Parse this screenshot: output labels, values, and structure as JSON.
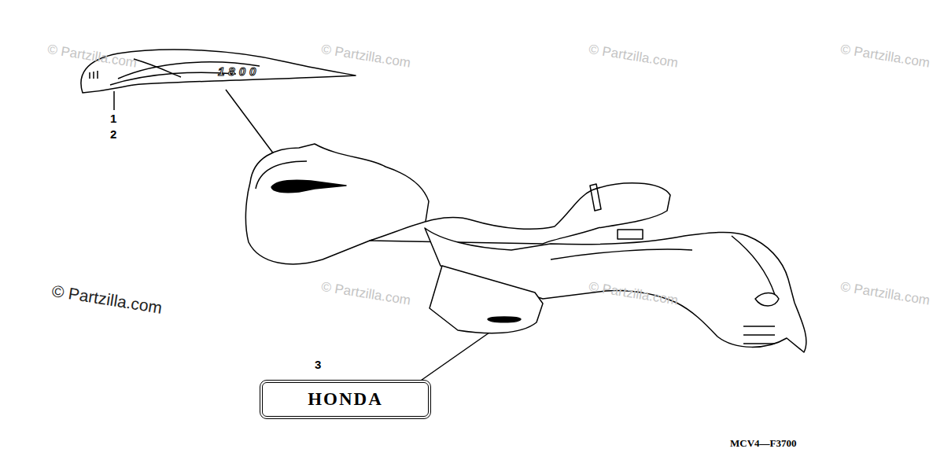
{
  "diagram": {
    "nodes": [
      {
        "text": [
          "HONDA"
        ]
      }
    ],
    "labels": [
      "1",
      "2",
      "3",
      "1800",
      "MCV4—F3700",
      "© Partzilla.com",
      "© Partzilla.com",
      "© Partzilla.com",
      "© Partzilla.com",
      "© Partzilla.com",
      "© Partzilla.com",
      "© Partzilla.com",
      "© Partzilla.com"
    ]
  }
}
